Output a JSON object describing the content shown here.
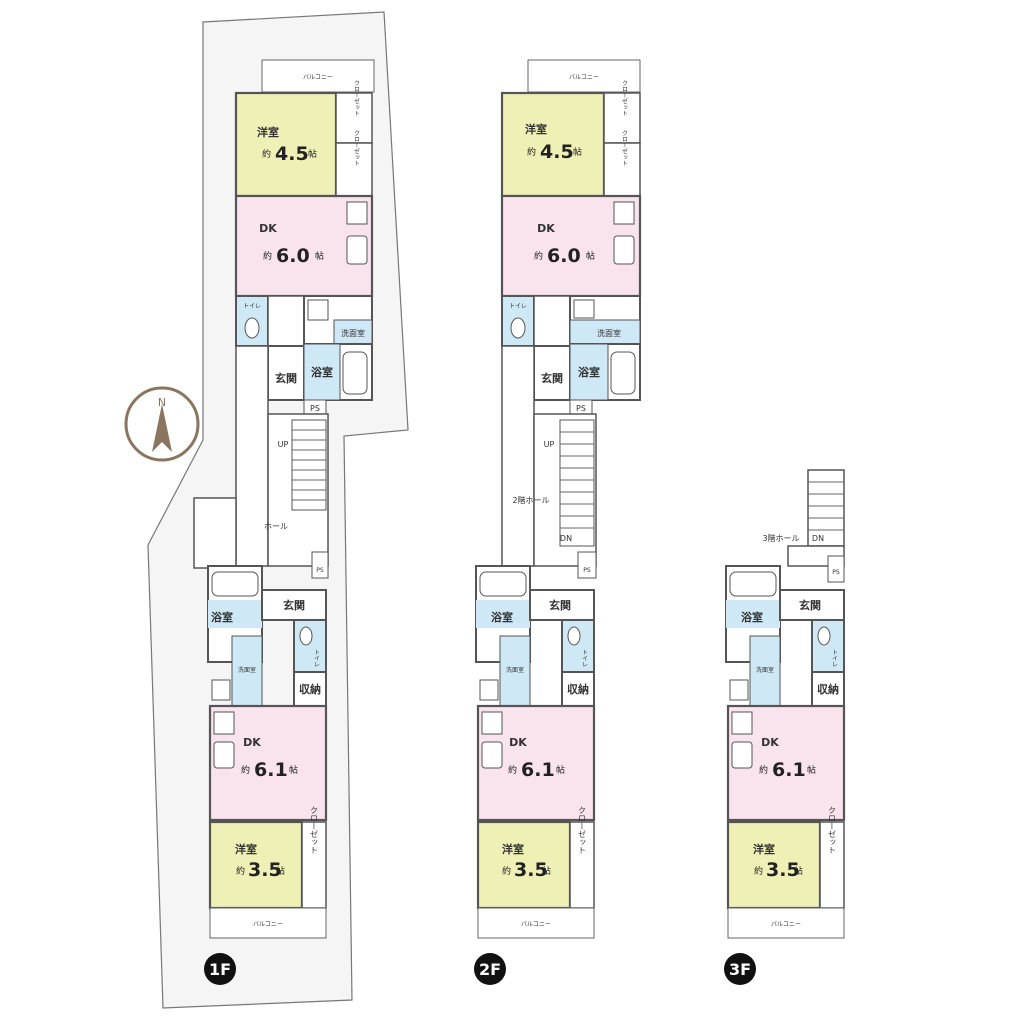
{
  "labels": {
    "western": "洋室",
    "dk": "DK",
    "approx": "約",
    "jo": "帖",
    "closet": "クローゼット",
    "balcony": "バルコニー",
    "toilet": "トイレ",
    "washroom": "洗面室",
    "bath": "浴室",
    "entrance": "玄関",
    "ps": "PS",
    "storage": "収納",
    "up": "UP",
    "dn": "DN",
    "hall": "ホール",
    "hall2": "2階ホール",
    "hall3": "3階ホール",
    "north": "N"
  },
  "sizes": {
    "top_western": "4.5",
    "top_dk": "6.0",
    "bottom_dk": "6.1",
    "bottom_western": "3.5"
  },
  "floors": [
    "1F",
    "2F",
    "3F"
  ],
  "colors": {
    "western": "#eef0b6",
    "dk": "#f9e3ec",
    "wet": "#cfe8f6",
    "wall": "#555555",
    "badge": "#111111",
    "compass": "#8a7560",
    "site": "#f4f4f4"
  }
}
